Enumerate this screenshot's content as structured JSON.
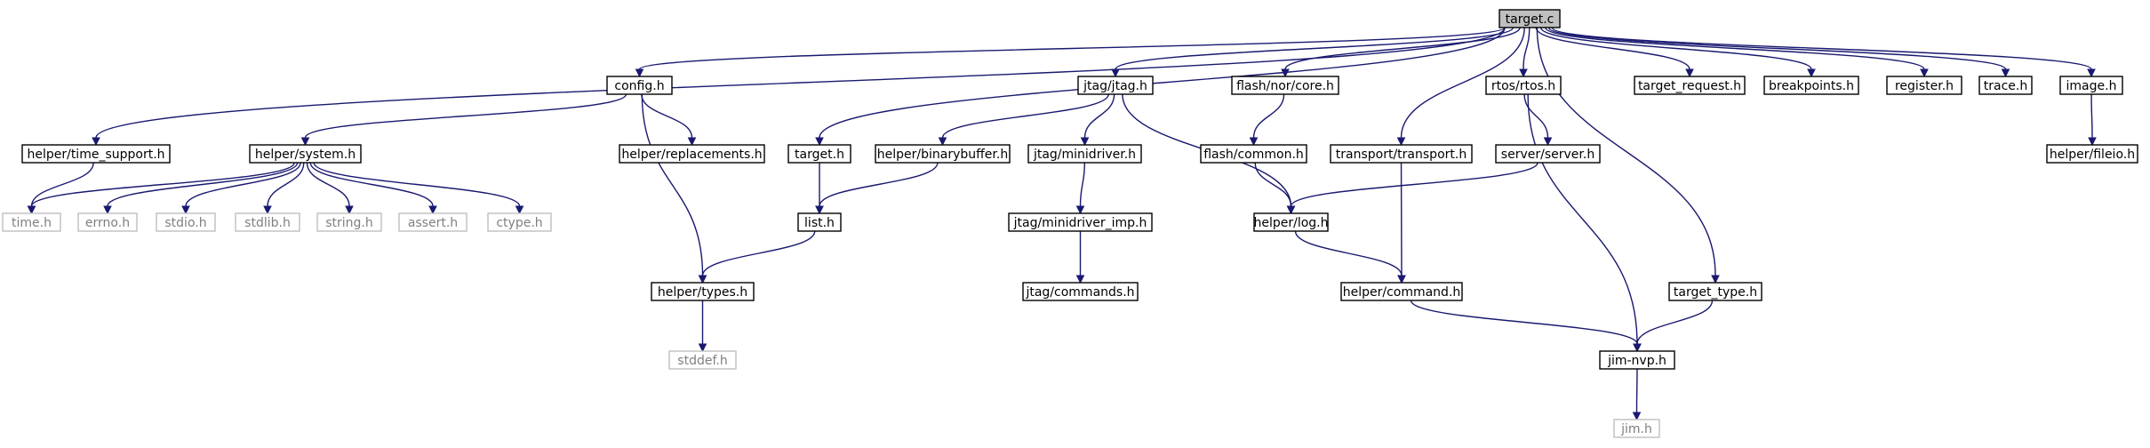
{
  "diagram": {
    "colors": {
      "edge": "#191970",
      "root_fill": "#bfbfbf",
      "node_border": "#000000",
      "system_border": "#bfbfbf",
      "system_text": "#7f7f7f"
    },
    "nodes": [
      {
        "id": "target_c",
        "label": "target.c",
        "kind": "root"
      },
      {
        "id": "config_h",
        "label": "config.h",
        "kind": "file"
      },
      {
        "id": "jtag_h",
        "label": "jtag/jtag.h",
        "kind": "file"
      },
      {
        "id": "flash_core_h",
        "label": "flash/nor/core.h",
        "kind": "file"
      },
      {
        "id": "rtos_h",
        "label": "rtos/rtos.h",
        "kind": "file"
      },
      {
        "id": "target_request_h",
        "label": "target_request.h",
        "kind": "file"
      },
      {
        "id": "breakpoints_h",
        "label": "breakpoints.h",
        "kind": "file"
      },
      {
        "id": "register_h",
        "label": "register.h",
        "kind": "file"
      },
      {
        "id": "trace_h",
        "label": "trace.h",
        "kind": "file"
      },
      {
        "id": "image_h",
        "label": "image.h",
        "kind": "file"
      },
      {
        "id": "time_support_h",
        "label": "helper/time_support.h",
        "kind": "file"
      },
      {
        "id": "system_h",
        "label": "helper/system.h",
        "kind": "file"
      },
      {
        "id": "replacements_h",
        "label": "helper/replacements.h",
        "kind": "file"
      },
      {
        "id": "target_h",
        "label": "target.h",
        "kind": "file"
      },
      {
        "id": "binarybuffer_h",
        "label": "helper/binarybuffer.h",
        "kind": "file"
      },
      {
        "id": "minidriver_h",
        "label": "jtag/minidriver.h",
        "kind": "file"
      },
      {
        "id": "flash_common_h",
        "label": "flash/common.h",
        "kind": "file"
      },
      {
        "id": "transport_h",
        "label": "transport/transport.h",
        "kind": "file"
      },
      {
        "id": "server_h",
        "label": "server/server.h",
        "kind": "file"
      },
      {
        "id": "fileio_h",
        "label": "helper/fileio.h",
        "kind": "file"
      },
      {
        "id": "time_h",
        "label": "time.h",
        "kind": "system"
      },
      {
        "id": "errno_h",
        "label": "errno.h",
        "kind": "system"
      },
      {
        "id": "stdio_h",
        "label": "stdio.h",
        "kind": "system"
      },
      {
        "id": "stdlib_h",
        "label": "stdlib.h",
        "kind": "system"
      },
      {
        "id": "string_h",
        "label": "string.h",
        "kind": "system"
      },
      {
        "id": "assert_h",
        "label": "assert.h",
        "kind": "system"
      },
      {
        "id": "ctype_h",
        "label": "ctype.h",
        "kind": "system"
      },
      {
        "id": "list_h",
        "label": "list.h",
        "kind": "file"
      },
      {
        "id": "minidriver_imp_h",
        "label": "jtag/minidriver_imp.h",
        "kind": "file"
      },
      {
        "id": "log_h",
        "label": "helper/log.h",
        "kind": "file"
      },
      {
        "id": "types_h",
        "label": "helper/types.h",
        "kind": "file"
      },
      {
        "id": "commands_h",
        "label": "jtag/commands.h",
        "kind": "file"
      },
      {
        "id": "command_h",
        "label": "helper/command.h",
        "kind": "file"
      },
      {
        "id": "target_type_h",
        "label": "target_type.h",
        "kind": "file"
      },
      {
        "id": "stddef_h",
        "label": "stddef.h",
        "kind": "system"
      },
      {
        "id": "jim_nvp_h",
        "label": "jim-nvp.h",
        "kind": "file"
      },
      {
        "id": "jim_h",
        "label": "jim.h",
        "kind": "system"
      }
    ],
    "edges": [
      {
        "from": "target_c",
        "to": "config_h"
      },
      {
        "from": "target_c",
        "to": "time_support_h"
      },
      {
        "from": "target_c",
        "to": "jtag_h"
      },
      {
        "from": "target_c",
        "to": "target_h"
      },
      {
        "from": "target_c",
        "to": "flash_core_h"
      },
      {
        "from": "target_c",
        "to": "transport_h"
      },
      {
        "from": "target_c",
        "to": "rtos_h"
      },
      {
        "from": "target_c",
        "to": "target_type_h"
      },
      {
        "from": "target_c",
        "to": "target_request_h"
      },
      {
        "from": "target_c",
        "to": "breakpoints_h"
      },
      {
        "from": "target_c",
        "to": "register_h"
      },
      {
        "from": "target_c",
        "to": "trace_h"
      },
      {
        "from": "target_c",
        "to": "image_h"
      },
      {
        "from": "config_h",
        "to": "system_h"
      },
      {
        "from": "config_h",
        "to": "replacements_h"
      },
      {
        "from": "config_h",
        "to": "types_h"
      },
      {
        "from": "time_support_h",
        "to": "time_h"
      },
      {
        "from": "system_h",
        "to": "time_h"
      },
      {
        "from": "system_h",
        "to": "errno_h"
      },
      {
        "from": "system_h",
        "to": "stdio_h"
      },
      {
        "from": "system_h",
        "to": "stdlib_h"
      },
      {
        "from": "system_h",
        "to": "string_h"
      },
      {
        "from": "system_h",
        "to": "assert_h"
      },
      {
        "from": "system_h",
        "to": "ctype_h"
      },
      {
        "from": "jtag_h",
        "to": "binarybuffer_h"
      },
      {
        "from": "jtag_h",
        "to": "minidriver_h"
      },
      {
        "from": "jtag_h",
        "to": "log_h"
      },
      {
        "from": "target_h",
        "to": "list_h"
      },
      {
        "from": "binarybuffer_h",
        "to": "list_h"
      },
      {
        "from": "list_h",
        "to": "types_h"
      },
      {
        "from": "types_h",
        "to": "stddef_h"
      },
      {
        "from": "minidriver_h",
        "to": "minidriver_imp_h"
      },
      {
        "from": "minidriver_imp_h",
        "to": "commands_h"
      },
      {
        "from": "flash_core_h",
        "to": "flash_common_h"
      },
      {
        "from": "flash_common_h",
        "to": "log_h"
      },
      {
        "from": "log_h",
        "to": "command_h"
      },
      {
        "from": "transport_h",
        "to": "command_h"
      },
      {
        "from": "rtos_h",
        "to": "server_h"
      },
      {
        "from": "rtos_h",
        "to": "jim_nvp_h"
      },
      {
        "from": "server_h",
        "to": "log_h"
      },
      {
        "from": "command_h",
        "to": "jim_nvp_h"
      },
      {
        "from": "target_type_h",
        "to": "jim_nvp_h"
      },
      {
        "from": "jim_nvp_h",
        "to": "jim_h"
      },
      {
        "from": "image_h",
        "to": "fileio_h"
      }
    ]
  }
}
